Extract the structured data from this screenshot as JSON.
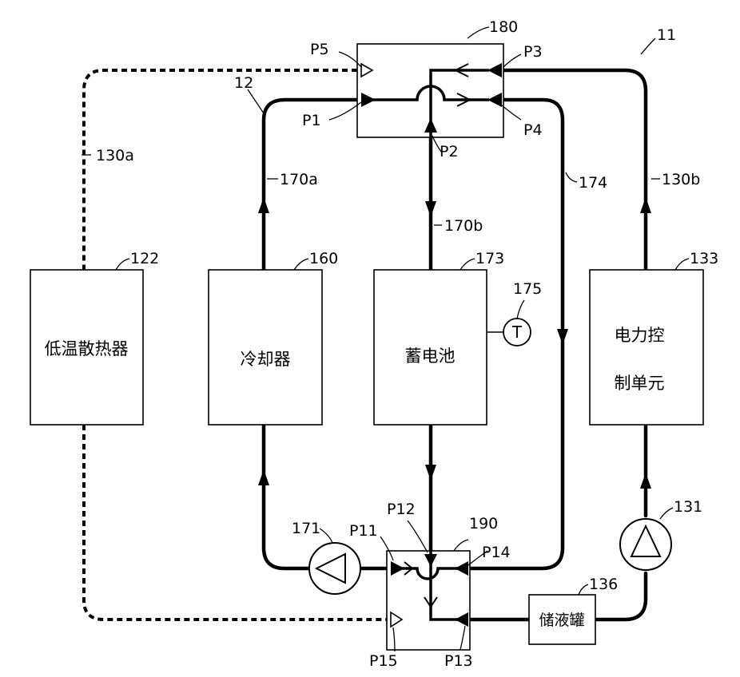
{
  "labels": {
    "n11": "11",
    "n12": "12",
    "n130a": "130a",
    "n130b": "130b",
    "n122": "122",
    "n160": "160",
    "n170a": "170a",
    "n170b": "170b",
    "n173": "173",
    "n174": "174",
    "n175": "175",
    "n133": "133",
    "n131": "131",
    "n136": "136",
    "n171": "171",
    "n180": "180",
    "n190": "190"
  },
  "ports": {
    "P1": "P1",
    "P2": "P2",
    "P3": "P3",
    "P4": "P4",
    "P5": "P5",
    "P11": "P11",
    "P12": "P12",
    "P13": "P13",
    "P14": "P14",
    "P15": "P15"
  },
  "boxes": {
    "radiator": "低温散热器",
    "cooler": "冷却器",
    "battery": "蓄电池",
    "pcu_line1": "电力控",
    "pcu_line2": "制单元",
    "tank": "储液罐",
    "temp_sensor": "T"
  }
}
